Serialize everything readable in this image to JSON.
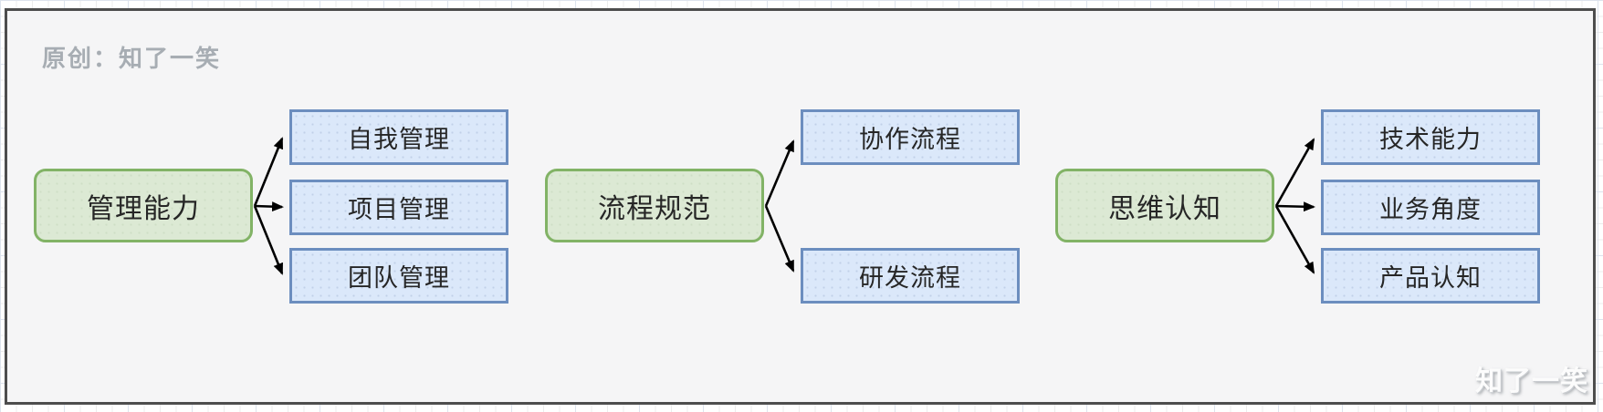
{
  "attribution": "原创：知了一笑",
  "watermark": "知了一笑",
  "colors": {
    "root_fill": "#dce9d4",
    "root_border": "#82b366",
    "leaf_fill": "#dbe8fa",
    "leaf_border": "#6c8ebf",
    "arrow": "#000000",
    "canvas_bg": "#f5f5f6",
    "canvas_border": "#4d4d4d",
    "attribution_text": "#a7adb3"
  },
  "clusters": [
    {
      "root": "管理能力",
      "children": [
        "自我管理",
        "项目管理",
        "团队管理"
      ]
    },
    {
      "root": "流程规范",
      "children": [
        "协作流程",
        "研发流程"
      ]
    },
    {
      "root": "思维认知",
      "children": [
        "技术能力",
        "业务角度",
        "产品认知"
      ]
    }
  ]
}
